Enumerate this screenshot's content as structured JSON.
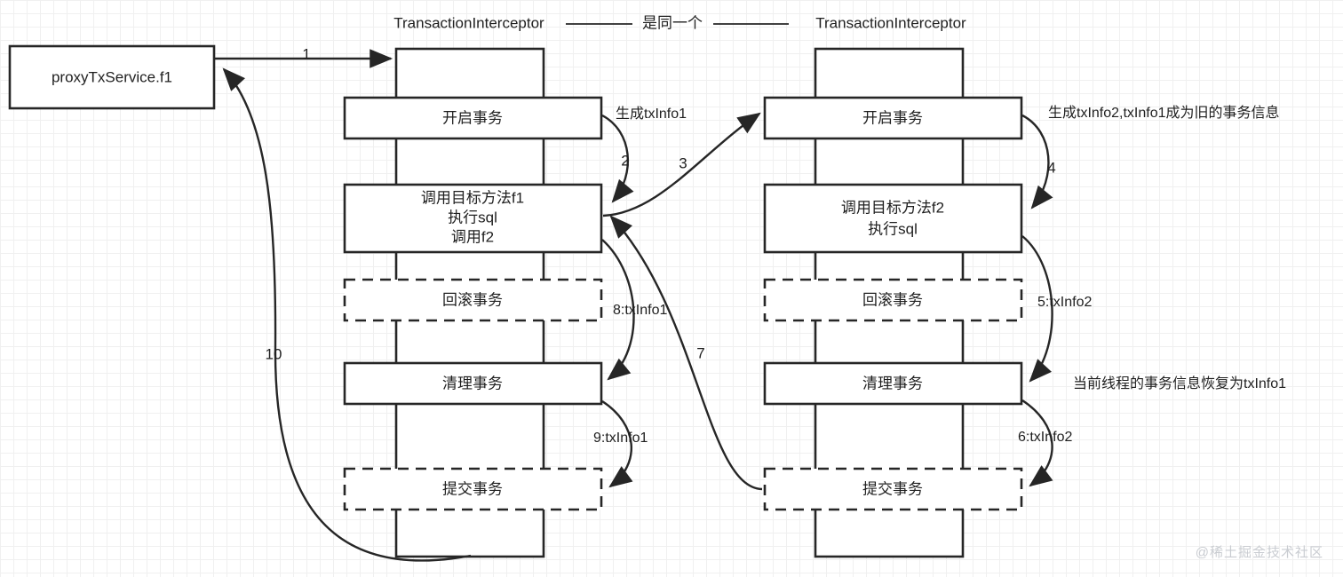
{
  "diagram": {
    "title_left": "TransactionInterceptor",
    "title_right": "TransactionInterceptor",
    "title_connector_label": "是同一个",
    "caller": {
      "label": "proxyTxService.f1"
    },
    "left_column": {
      "steps": [
        {
          "label": "开启事务"
        },
        {
          "label_line1": "调用目标方法f1",
          "label_line2": "执行sql",
          "label_line3": "调用f2"
        },
        {
          "label": "回滚事务",
          "dashed": true
        },
        {
          "label": "清理事务"
        },
        {
          "label": "提交事务",
          "dashed": true
        }
      ]
    },
    "right_column": {
      "steps": [
        {
          "label": "开启事务"
        },
        {
          "label_line1": "调用目标方法f2",
          "label_line2": "执行sql"
        },
        {
          "label": "回滚事务",
          "dashed": true
        },
        {
          "label": "清理事务"
        },
        {
          "label": "提交事务",
          "dashed": true
        }
      ]
    },
    "edges": [
      {
        "id": "e1",
        "seq": "1",
        "note": ""
      },
      {
        "id": "e2",
        "seq": "2",
        "note": "生成txInfo1"
      },
      {
        "id": "e3",
        "seq": "3",
        "note": ""
      },
      {
        "id": "e4",
        "seq": "4",
        "note": "生成txInfo2,txInfo1成为旧的事务信息"
      },
      {
        "id": "e5",
        "seq": "",
        "note": "5:txInfo2"
      },
      {
        "id": "e6",
        "seq": "",
        "note": "6:txInfo2"
      },
      {
        "id": "e7",
        "seq": "7",
        "note": ""
      },
      {
        "id": "e8",
        "seq": "",
        "note": "8:txInfo1"
      },
      {
        "id": "e9",
        "seq": "",
        "note": "9:txInfo1"
      },
      {
        "id": "e10",
        "seq": "10",
        "note": ""
      }
    ],
    "annotations": {
      "gen_tx1": "生成txInfo1",
      "gen_tx2": "生成txInfo2,txInfo1成为旧的事务信息",
      "restore_tx1": "当前线程的事务信息恢复为txInfo1",
      "label_5": "5:txInfo2",
      "label_6": "6:txInfo2",
      "label_8": "8:txInfo1",
      "label_9": "9:txInfo1",
      "num_1": "1",
      "num_2": "2",
      "num_3": "3",
      "num_4": "4",
      "num_7": "7",
      "num_10": "10"
    },
    "watermark": "@稀土掘金技术社区",
    "colors": {
      "stroke": "#262626",
      "fill": "#ffffff",
      "grid_minor": "#f0f0f0",
      "grid_major": "#e6e6e6",
      "watermark": "#c9ccd1"
    }
  }
}
